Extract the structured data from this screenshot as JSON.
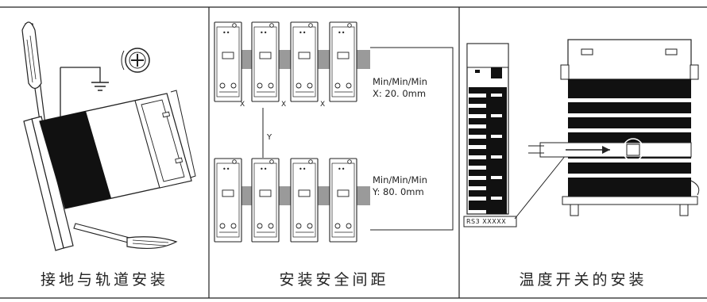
{
  "panels": [
    {
      "caption": "接地与轨道安装",
      "icons": [
        "screwdriver-icon",
        "ground-icon",
        "phillips-screw-icon"
      ]
    },
    {
      "caption": "安装安全间距",
      "spacing_x": {
        "line1": "Min/Min/Min",
        "line2": "X: 20. 0mm",
        "gap_label": "X"
      },
      "spacing_y": {
        "line1": "Min/Min/Min",
        "line2": "Y: 80. 0mm",
        "gap_label": "Y"
      }
    },
    {
      "caption": "温度开关的安装",
      "part_label": "RS3 XXXXX"
    }
  ]
}
